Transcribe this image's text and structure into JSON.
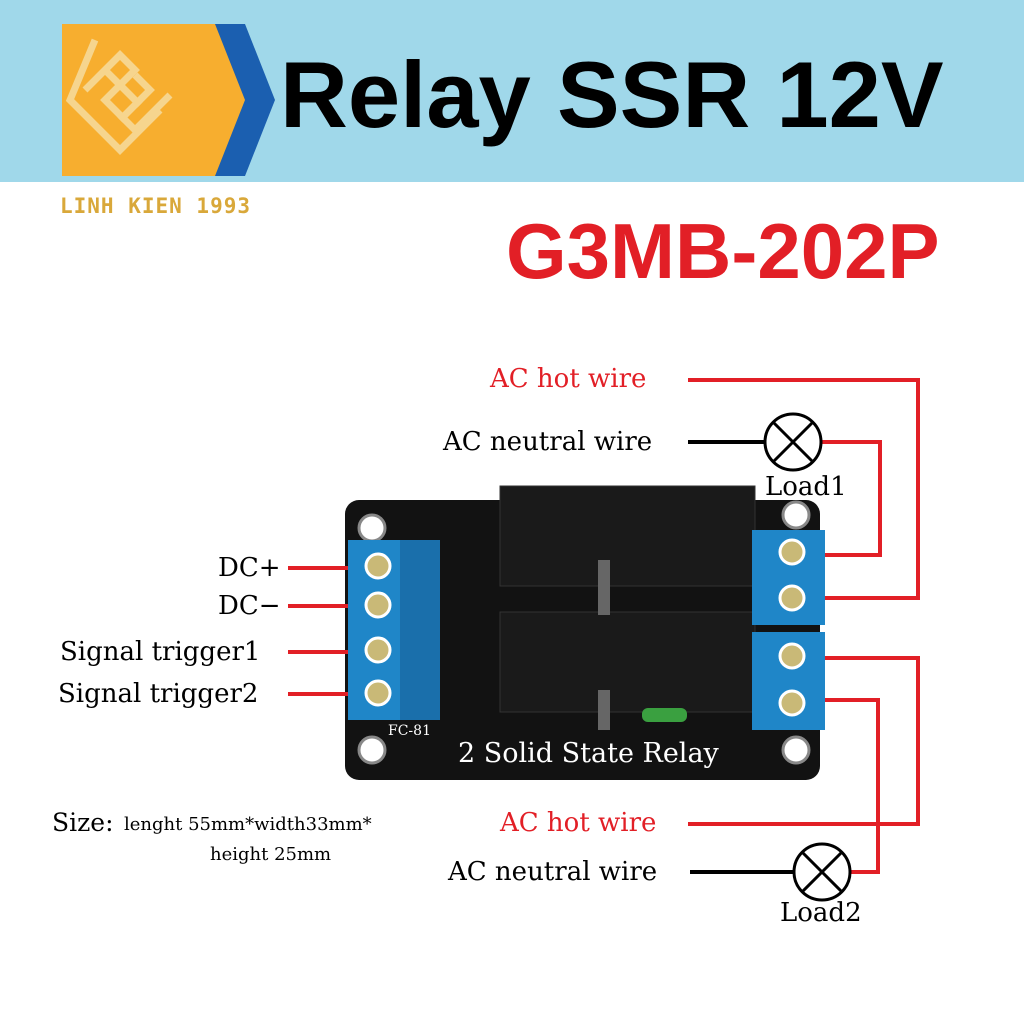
{
  "header": {
    "title": "Relay SSR 12V",
    "model": "G3MB-202P",
    "brand": "LINH KIEN 1993"
  },
  "colors": {
    "band": "#a0d8ea",
    "logo_orange": "#f7ae2f",
    "logo_blue": "#1b5fb0",
    "wire_red": "#e21f26",
    "model_red": "#e21f26",
    "terminal_blue": "#1f86c8",
    "board": "#111111"
  },
  "board": {
    "label": "2 Solid State Relay",
    "part": "FC-81"
  },
  "labels": {
    "dc_plus": "DC+",
    "dc_minus": "DC−",
    "signal1": "Signal trigger1",
    "signal2": "Signal trigger2",
    "ac_hot_1": "AC  hot wire",
    "ac_neutral_1": "AC neutral wire",
    "load1": "Load1",
    "ac_hot_2": "AC hot wire",
    "ac_neutral_2": "AC neutral wire",
    "load2": "Load2",
    "size_prefix": "Size:",
    "size_line1": "lenght 55mm*width33mm*",
    "size_line2": "height 25mm"
  }
}
